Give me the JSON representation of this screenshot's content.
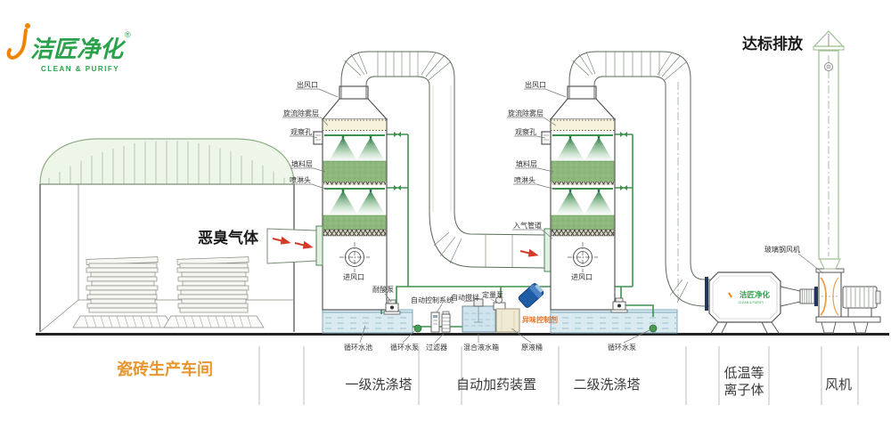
{
  "brand": {
    "name": "洁匠净化",
    "reg": "®",
    "tagline": "CLEAN & PURIFY"
  },
  "emission_label": "达标排放",
  "workshop": {
    "gas_label": "恶臭气体"
  },
  "sections": {
    "workshop": "瓷砖生产车间",
    "tower1": "一级洗涤塔",
    "dosing": "自动加药装置",
    "tower2": "二级洗涤塔",
    "plasma_line1": "低温等",
    "plasma_line2": "离子体",
    "fan": "风机"
  },
  "tower_callouts": {
    "outlet": "出风口",
    "demister": "旋流除雾层",
    "viewport": "观察孔",
    "packing": "填料层",
    "spray_head": "喷淋头",
    "inlet": "进风口",
    "gas_inlet_pipe": "入气管道",
    "acid_pump": "耐酸泵"
  },
  "dosing": {
    "control_system": "自动控制系统",
    "auto_stir": "自动搅拌",
    "metering_pump": "定量泵",
    "circulating_pool": "循环水池",
    "circulating_pump": "循环水泵",
    "filter": "过滤器",
    "mixing_tank": "混合液水箱",
    "raw_tank": "原液桶",
    "odor_agent": "异味控制剂"
  },
  "right_side": {
    "frp_fan": "玻璃钢风机",
    "plasma_logo": "洁匠净化",
    "plasma_logo_tagline": "CLEAN & PURIFY"
  },
  "colors": {
    "brand_green": "#2aa24a",
    "brand_orange": "#f08300",
    "accent_orange": "#e8952e",
    "agent_orange": "#e8762a",
    "pipe_green": "#3f9050",
    "packing_green": "#8fb97c",
    "water_blue": "#d9eaf1",
    "barrel_blue": "#1e5ca6",
    "arrow_red": "#d43a28"
  }
}
